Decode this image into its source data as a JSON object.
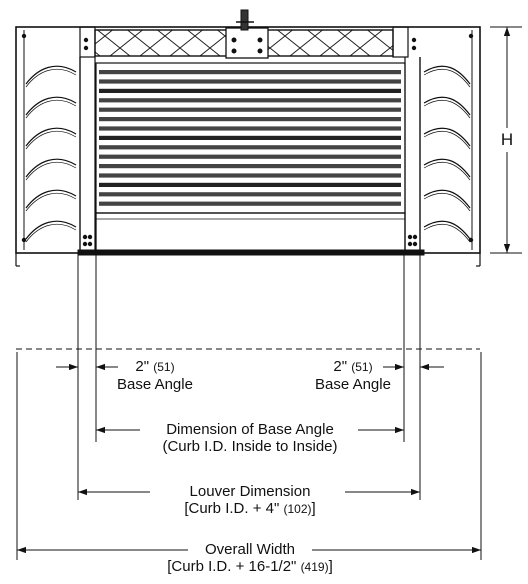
{
  "dimensions": {
    "height": "H",
    "base_angle_left": {
      "value": "2\"",
      "metric": "(51)",
      "name": "Base Angle"
    },
    "base_angle_right": {
      "value": "2\"",
      "metric": "(51)",
      "name": "Base Angle"
    },
    "base_angle_dim": {
      "title": "Dimension of Base Angle",
      "note": "(Curb I.D. Inside to Inside)"
    },
    "louver_dim": {
      "title": "Louver Dimension",
      "note_pre": "[Curb I.D. + 4\"",
      "note_metric": "(102)",
      "note_post": "]"
    },
    "overall_width": {
      "title": "Overall Width",
      "note_pre": "[Curb I.D. + 16-1/2\"",
      "note_metric": "(419)",
      "note_post": "]"
    }
  }
}
